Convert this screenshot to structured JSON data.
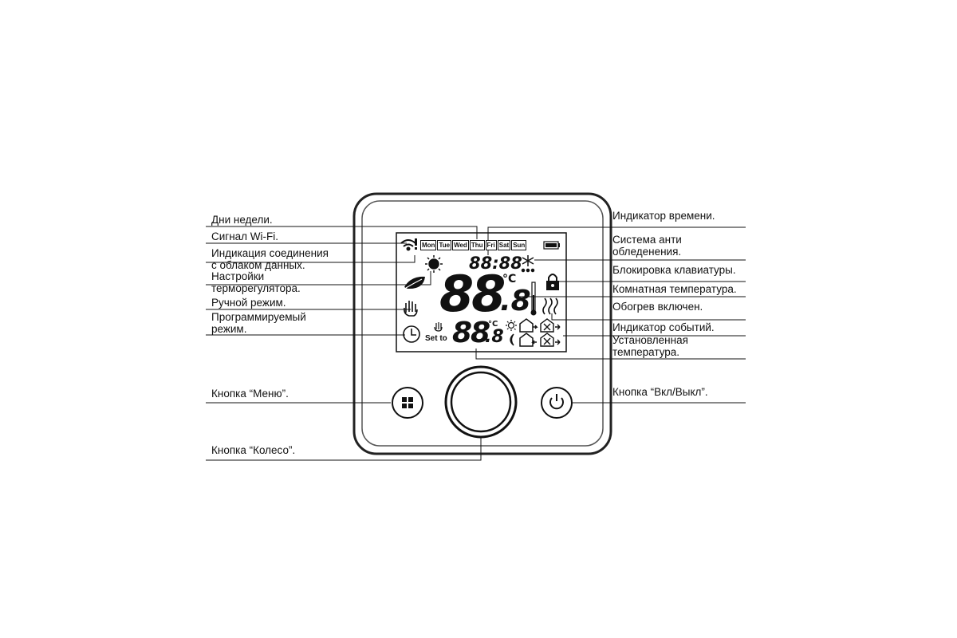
{
  "callouts": {
    "days": "Дни недели.",
    "wifi": "Сигнал  Wi-Fi.",
    "cloud_1": "Индикация соединения",
    "cloud_2": "с облаком данных.",
    "settings_1": "Настройки",
    "settings_2": "терморегулятора.",
    "manual": "Ручной режим.",
    "program_1": "Программируемый",
    "program_2": "режим.",
    "menu_button": "Кнопка “Меню”.",
    "wheel_button": "Кнопка “Колесо”.",
    "time": "Индикатор времени.",
    "antifreeze_1": "Система анти",
    "antifreeze_2": "обледенения.",
    "keylock": "Блокировка клавиатуры.",
    "room_temp": "Комнатная температура.",
    "heating": "Обогрев включен.",
    "events": "Индикатор событий.",
    "set_temp_1": "Установленная",
    "set_temp_2": "температура.",
    "power_button": "Кнопка “Вкл/Выкл”."
  },
  "lcd": {
    "days": [
      "Mon",
      "Tue",
      "Wed",
      "Thu",
      "Fri",
      "Sat",
      "Sun"
    ],
    "clock": "88:88",
    "room_temp": "88",
    "room_temp_decimal": ".8",
    "unit": "°C",
    "set_temp": "88",
    "set_temp_decimal": ".8",
    "set_to_label": "Set to"
  },
  "icons": [
    "wifi-icon",
    "cloud-alert-icon",
    "sun-icon",
    "leaf-icon",
    "hand-icon",
    "clock-icon",
    "snowflake-icon",
    "lock-icon",
    "thermometer-icon",
    "heat-waves-icon",
    "sun-small-icon",
    "moon-icon",
    "home-in-icon",
    "home-out-icon",
    "battery-icon",
    "menu-grid-icon",
    "power-icon"
  ]
}
